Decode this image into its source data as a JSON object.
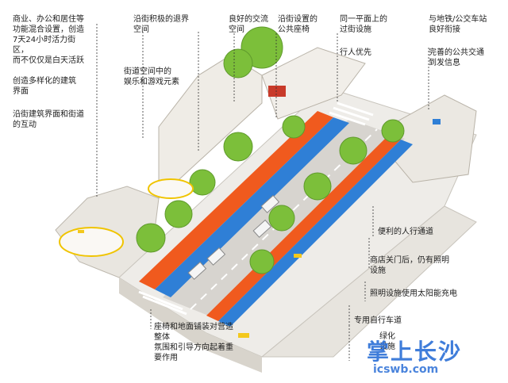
{
  "labels": {
    "mixed_use": "商业、办公和居住等\n功能混合设置，创造\n7天24小时活力街\n区，\n而不仅仅是白天活跃",
    "diverse_facade": "创造多样化的建筑\n界面",
    "facade_interaction": "沿街建筑界面和街道\n的互动",
    "setback_space": "沿街积极的退界\n空间",
    "recreation": "街道空间中的\n娱乐和游戏元素",
    "good_circulation": "良好的交流\n空间",
    "public_seating": "沿街设置的\n公共座椅",
    "level_crossing": "同一平面上的\n过街设施",
    "pedestrian_priority": "行人优先",
    "transit_link": "与地铁/公交车站\n良好衔接",
    "transit_info": "完善的公共交通\n到发信息",
    "walkway": "便利的人行通道",
    "lighting_after_hours": "商店关门后，仍有照明\n设施",
    "solar_lighting": "照明设施使用太阳能充电",
    "bike_lane": "专用自行车道",
    "greening_facilities": "绿化\n设施",
    "paving_seating": "座椅和地面铺装对营造\n整体\n氛围和引导方向起着重\n要作用"
  },
  "watermark": {
    "main": "掌上长沙",
    "url": "icswb.com"
  }
}
